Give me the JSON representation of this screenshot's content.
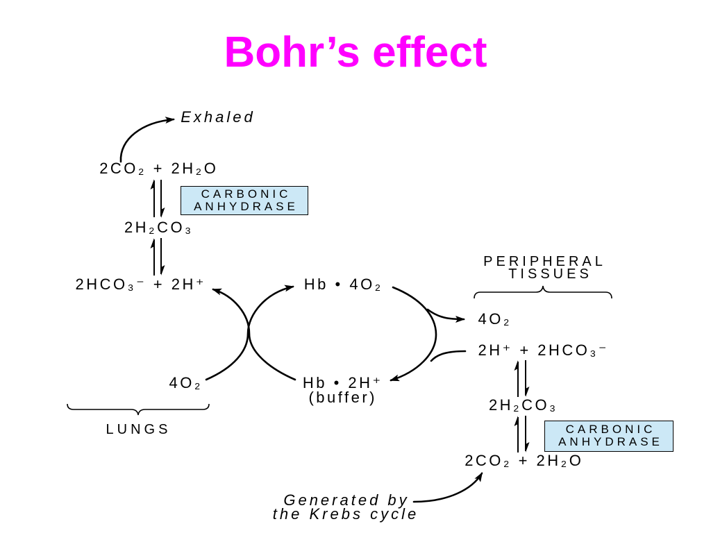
{
  "slide": {
    "title": "Bohr’s effect",
    "title_color": "#FF00FF",
    "background": "#FFFFFF"
  },
  "lungs": {
    "exhaled": "Exhaled",
    "co2_water": "2CO₂ + 2H₂O",
    "enzyme": [
      "CARBONIC",
      "ANHYDRASE"
    ],
    "carbonic_acid": "2H₂CO₃",
    "bicarbonate_proton": "2HCO₃⁻ + 2H⁺",
    "oxygen": "4O₂",
    "label": "LUNGS"
  },
  "hemoglobin": {
    "oxygenated": "Hb • 4O₂",
    "protonated": "Hb • 2H⁺",
    "protonated_note": "(buffer)"
  },
  "tissues": {
    "label": [
      "PERIPHERAL",
      "TISSUES"
    ],
    "oxygen": "4O₂",
    "proton_bicarbonate": "2H⁺ + 2HCO₃⁻",
    "carbonic_acid": "2H₂CO₃",
    "enzyme": [
      "CARBONIC",
      "ANHYDRASE"
    ],
    "co2_water": "2CO₂ + 2H₂O",
    "source": [
      "Generated by",
      "the Krebs cycle"
    ]
  },
  "colors": {
    "enzyme_box_fill": "#CCE8F6",
    "lines": "#000000"
  }
}
